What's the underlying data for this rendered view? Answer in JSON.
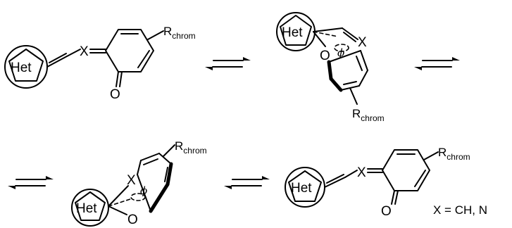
{
  "diagram": {
    "het_label": "Het",
    "x_label": "X",
    "o_label": "O",
    "phi_label": "ϕ",
    "r_main": "R",
    "r_sub": "chrom",
    "legend": "X = CH, N"
  }
}
